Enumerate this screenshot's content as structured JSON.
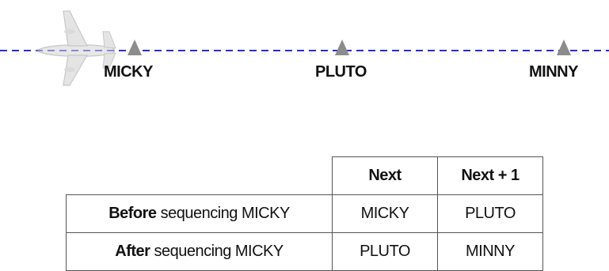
{
  "diagram": {
    "route_color": "#2b2bd6",
    "waypoint_color": "#8c8c8c",
    "waypoints": [
      {
        "name": "MICKY"
      },
      {
        "name": "PLUTO"
      },
      {
        "name": "MINNY"
      }
    ],
    "aircraft_icon": "airplane-icon"
  },
  "table": {
    "headers": [
      "",
      "Next",
      "Next + 1"
    ],
    "rows": [
      {
        "label_bold": "Before",
        "label_rest": " sequencing MICKY",
        "next": "MICKY",
        "next_plus_1": "PLUTO"
      },
      {
        "label_bold": "After",
        "label_rest": " sequencing MICKY",
        "next": "PLUTO",
        "next_plus_1": "MINNY"
      }
    ]
  }
}
